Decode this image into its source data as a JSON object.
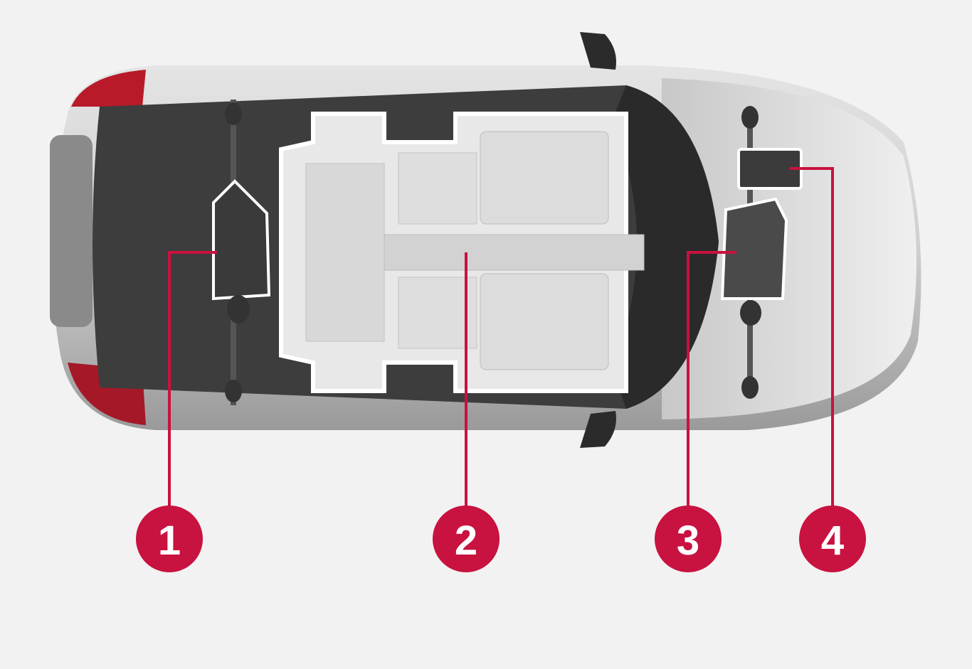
{
  "colors": {
    "background": "#f2f2f2",
    "callout": "#c8123f",
    "car_body": "#d4d4d4",
    "roof": "#4a4a4a",
    "battery": "#e6e6e6"
  },
  "callouts": [
    {
      "number": "1",
      "target": "rear-electric-motor"
    },
    {
      "number": "2",
      "target": "battery-pack"
    },
    {
      "number": "3",
      "target": "front-electric-motor"
    },
    {
      "number": "4",
      "target": "front-control-unit"
    }
  ]
}
